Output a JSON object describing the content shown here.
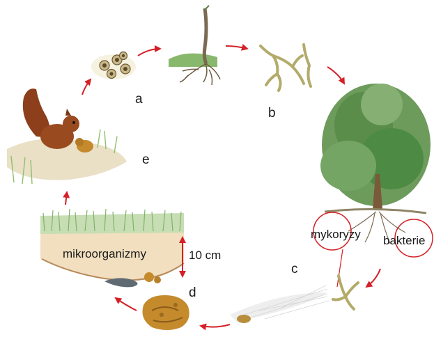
{
  "labels": {
    "a": "a",
    "b": "b",
    "c": "c",
    "d": "d",
    "e": "e",
    "microorganisms": "mikroorganizmy",
    "depth": "10 cm",
    "mycorrhiza": "mykoryzy",
    "bacteria": "bakterie"
  },
  "colors": {
    "arrow": "#d42027",
    "circle": "#d42027",
    "soil": "#f1dfbf",
    "grass": "#7fb36a",
    "squirrel": "#9a4a1f",
    "tree_foliage": "#4d8a44",
    "truffle": "#c48a2c"
  },
  "icons": {
    "spores": "spores-icon",
    "seedling": "seedling-roots-icon",
    "roots": "root-fragment-icon",
    "tree": "tree-icon",
    "mycelium": "mycelium-icon",
    "truffle": "truffle-icon",
    "soil": "soil-profile-icon",
    "squirrel": "squirrel-icon"
  }
}
